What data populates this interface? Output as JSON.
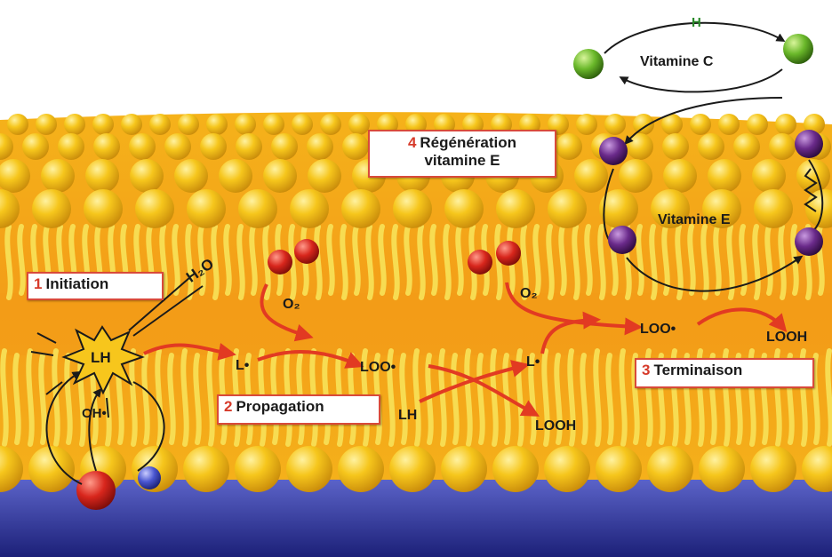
{
  "colors": {
    "membrane": "#f2b51c",
    "head": "#f3c21f",
    "tail": "#f7d94a",
    "core": "#f3a51d",
    "water_bottom": "#2a2f8f",
    "arrow_red": "#e23a22",
    "arrow_black": "#1a1a1a",
    "label_red": "#d63a2a",
    "vitamin_e_sphere": "#6a2a8a",
    "vitamin_c_sphere": "#6ab82a",
    "oxygen_red": "#d8261c"
  },
  "boxes": {
    "initiation": {
      "num": "1",
      "text": "Initiation"
    },
    "propagation": {
      "num": "2",
      "text": "Propagation"
    },
    "terminaison": {
      "num": "3",
      "text": "Terminaison"
    },
    "regeneration": {
      "num": "4",
      "line1": "Régénération",
      "line2": "vitamine E"
    }
  },
  "labels": {
    "h2o": "H₂O",
    "lh_star": "LH",
    "oh": "OH•",
    "l_radical_1": "L•",
    "o2_1": "O₂",
    "loo_1": "LOO•",
    "lh_2": "LH",
    "looh_1": "LOOH",
    "l_radical_2": "L•",
    "o2_2": "O₂",
    "loo_2": "LOO•",
    "looh_2": "LOOH",
    "vitamine_c": "Vitamine C",
    "vitamine_e": "Vitamine E",
    "h_on_arc": "H"
  }
}
